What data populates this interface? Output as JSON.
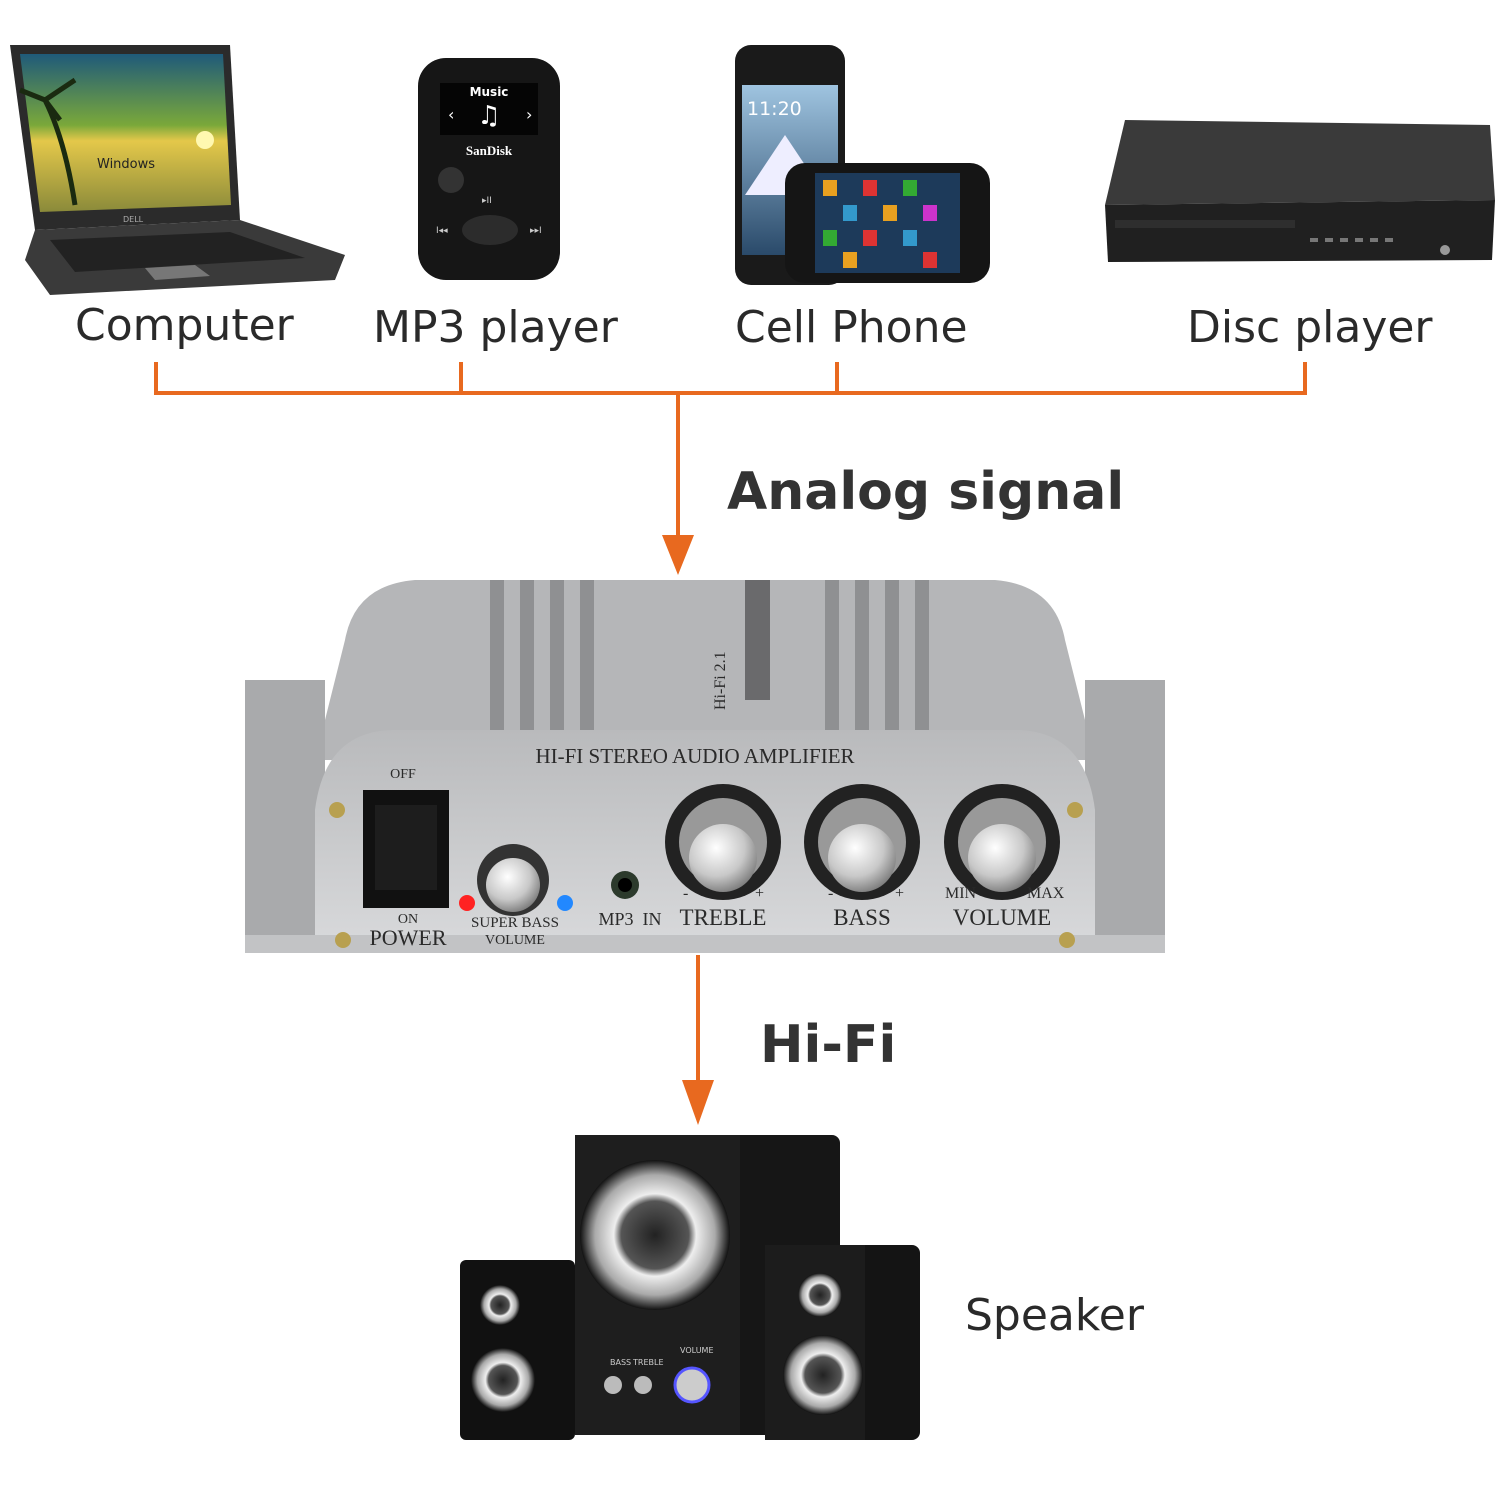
{
  "sources": [
    {
      "label": "Computer",
      "icon": "laptop-icon",
      "brand": "DELL",
      "screen_text": "Windows"
    },
    {
      "label": "MP3 player",
      "icon": "mp3-player-icon",
      "screen_text": "Music",
      "brand": "SanDisk"
    },
    {
      "label": "Cell Phone",
      "icon": "smartphone-icon",
      "screen_time": "11:20"
    },
    {
      "label": "Disc player",
      "icon": "disc-player-icon"
    }
  ],
  "signal_label": "Analog signal",
  "output_label": "Hi-Fi",
  "amplifier": {
    "title": "HI-FI STEREO AUDIO AMPLIFIER",
    "model": "Hi-Fi 2.1",
    "switch_off": "OFF",
    "switch_on": "ON",
    "power": "POWER",
    "super_bass": "SUPER BASS",
    "super_bass_volume": "VOLUME",
    "mp3_in": "MP3  IN",
    "treble": "TREBLE",
    "bass": "BASS",
    "volume": "VOLUME",
    "min": "MIN",
    "max": "MAX",
    "minus": "-",
    "plus": "+"
  },
  "speaker": {
    "label": "Speaker",
    "bass": "BASS",
    "treble": "TREBLE",
    "volume": "VOLUME"
  },
  "colors": {
    "connector": "#e8691f",
    "amp": "#c9cacc"
  }
}
